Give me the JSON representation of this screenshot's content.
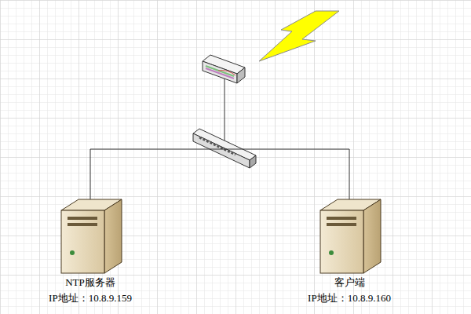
{
  "diagram": {
    "nodes": [
      {
        "text": [
          "NTP服务器",
          "IP地址：10.8.9.159"
        ]
      },
      {
        "text": [
          "客户端",
          "IP地址：10.8.9.160"
        ]
      }
    ],
    "edges": [
      {
        "from": 0,
        "to": 1,
        "arrow": "none"
      }
    ]
  }
}
